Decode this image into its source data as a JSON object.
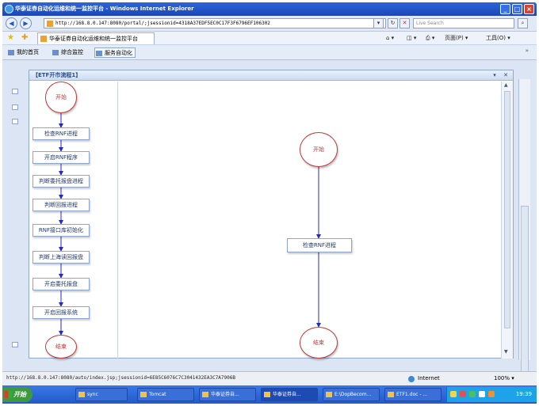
{
  "window": {
    "title": "华泰证券自动化运维和统一监控平台 - Windows Internet Explorer"
  },
  "addressbar": {
    "url": "http://168.8.0.147:8080/portal/;jsessionid=4318A37EDF5EC0C17F3F6796EF106302",
    "search_placeholder": "Live Search"
  },
  "favbar": {
    "tab_title": "华泰证券自动化运维和统一监控平台",
    "page_menu": "页面(P)",
    "tools_menu": "工具(O)"
  },
  "appnav": {
    "items": [
      {
        "label": "我的首页",
        "active": false
      },
      {
        "label": "综合监控",
        "active": false
      },
      {
        "label": "服务自动化",
        "active": true
      }
    ]
  },
  "panel": {
    "title": "【ETF开市流程1】"
  },
  "flow": {
    "start_label": "开始",
    "end_label": "结束",
    "steps": [
      "检查RNF进程",
      "开启RNF程序",
      "判断委托报盘进程",
      "判断回报进程",
      "RNF接口库初始化",
      "判断上海读回报盘",
      "开启委托报盘",
      "开启回报系统"
    ]
  },
  "canvas": {
    "start_label": "开始",
    "step_label": "检查RNF进程",
    "end_label": "结束"
  },
  "statusbar": {
    "url": "http://168.8.0.147:8080/auto/index.jsp;jsessionid=6E85C6076C7C3041432EA3C7A7906B",
    "zone": "Internet",
    "zoom": "100%"
  },
  "taskbar": {
    "start_label": "开始",
    "tasks": [
      "sync",
      "Tomcat",
      "华泰证券自...",
      "华泰证券自...",
      "E:\\DopBecom...",
      "ETF1.doc - ..."
    ],
    "clock": "19:39"
  },
  "colors": {
    "titlebar": "#1f4fc4",
    "node_circle_border": "#c23a3a",
    "connector": "#2a2ab8",
    "taskbar": "#2a62d6"
  }
}
